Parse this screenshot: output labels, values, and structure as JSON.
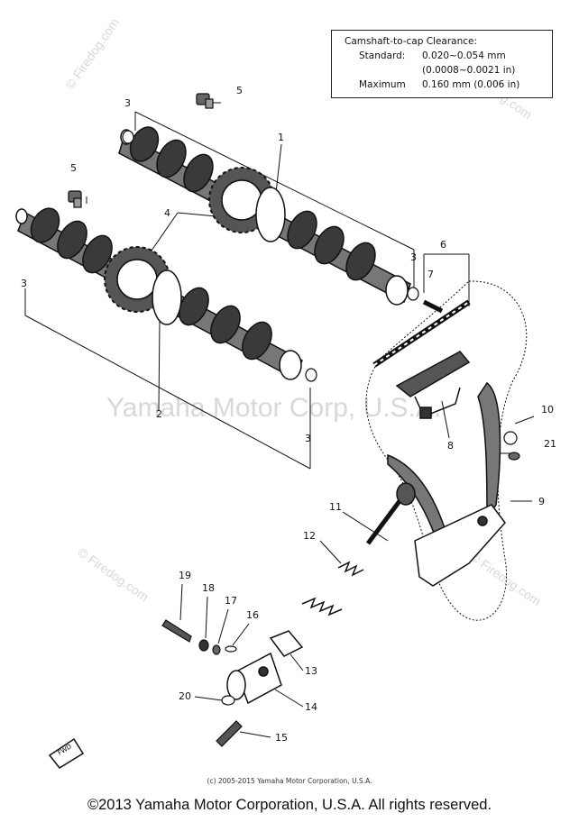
{
  "spec": {
    "title": "Camshaft-to-cap Clearance:",
    "standard_label": "Standard:",
    "standard_mm": "0.020~0.054 mm",
    "standard_in": "(0.0008~0.0021 in)",
    "maximum_label": "Maximum",
    "maximum_value": "0.160 mm (0.006 in)"
  },
  "callouts": {
    "c1": "1",
    "c2": "2",
    "c3a": "3",
    "c3b": "3",
    "c3c": "3",
    "c3d": "3",
    "c4": "4",
    "c5a": "5",
    "c5b": "5",
    "c6": "6",
    "c7": "7",
    "c8": "8",
    "c9": "9",
    "c10": "10",
    "c11": "11",
    "c12": "12",
    "c13": "13",
    "c14": "14",
    "c15": "15",
    "c16": "16",
    "c17": "17",
    "c18": "18",
    "c19": "19",
    "c20": "20",
    "c21": "21"
  },
  "watermark": {
    "center": "Yamaha Motor Corp, U.S.A.",
    "side": "© Firedog.com"
  },
  "fwd_label": "FWD",
  "caption_small": "(c) 2005-2015 Yamaha Motor Corporation, U.S.A.",
  "copyright": "©2013 Yamaha Motor Corporation, U.S.A. All rights reserved."
}
